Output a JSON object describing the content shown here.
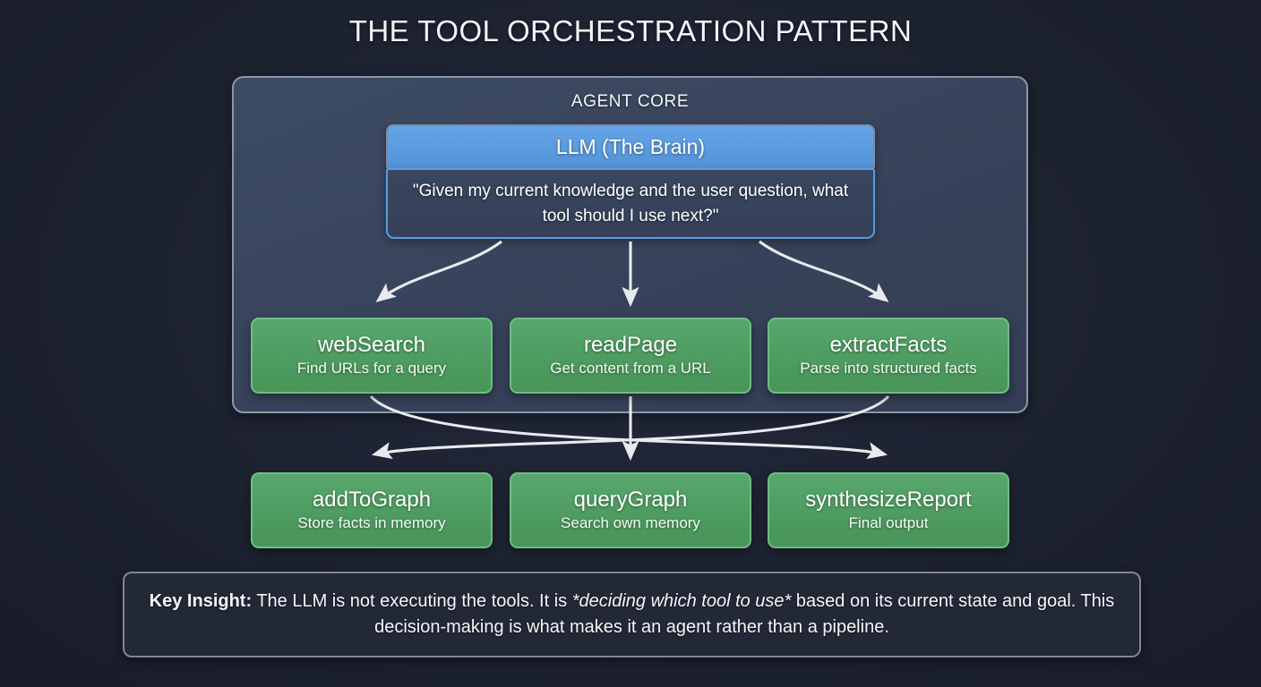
{
  "page": {
    "title": "THE TOOL ORCHESTRATION PATTERN",
    "background_color": "#1b202e"
  },
  "agent_core": {
    "label": "AGENT CORE",
    "panel_color": "#3a465c",
    "border_color": "#8b96a8",
    "llm": {
      "header": "LLM (The Brain)",
      "header_color": "#5b9bdf",
      "prompt": "\"Given my current knowledge and the user question, what tool should I use next?\""
    }
  },
  "tools": {
    "accent_color": "#4f9d62",
    "row1": [
      {
        "name": "webSearch",
        "desc": "Find URLs for a query"
      },
      {
        "name": "readPage",
        "desc": "Get content from a URL"
      },
      {
        "name": "extractFacts",
        "desc": "Parse into structured facts"
      }
    ],
    "row2": [
      {
        "name": "addToGraph",
        "desc": "Store facts in memory"
      },
      {
        "name": "queryGraph",
        "desc": "Search own memory"
      },
      {
        "name": "synthesizeReport",
        "desc": "Final output"
      }
    ]
  },
  "footer": {
    "label": "Key Insight:",
    "text_before": "The LLM is not executing the tools. It is ",
    "emphasis": "*deciding which tool to use*",
    "text_after": " based on its current state and goal. This decision-making is what makes it an agent rather than a pipeline.",
    "border_color": "#7c879a"
  },
  "arrows": {
    "color": "#e8eaee"
  }
}
